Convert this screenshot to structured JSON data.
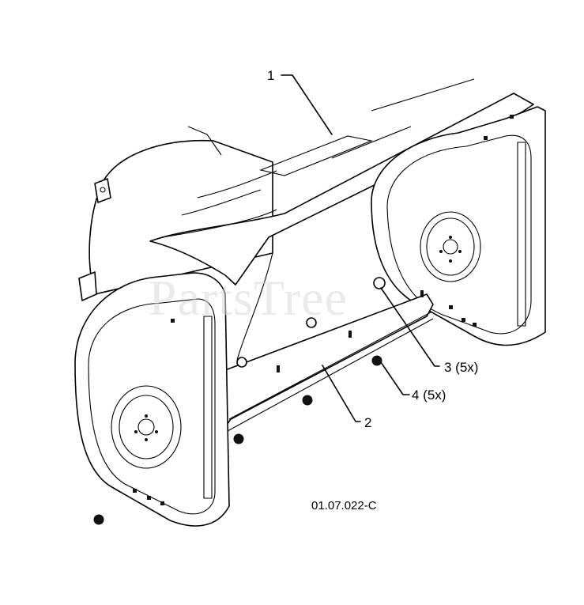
{
  "diagram": {
    "callouts": [
      {
        "id": "1",
        "label": "1"
      },
      {
        "id": "2",
        "label": "2"
      },
      {
        "id": "3",
        "label": "3 (5x)"
      },
      {
        "id": "4",
        "label": "4 (5x)"
      }
    ],
    "figure_ref": "01.07.022-C",
    "watermark": "PartsTree"
  }
}
